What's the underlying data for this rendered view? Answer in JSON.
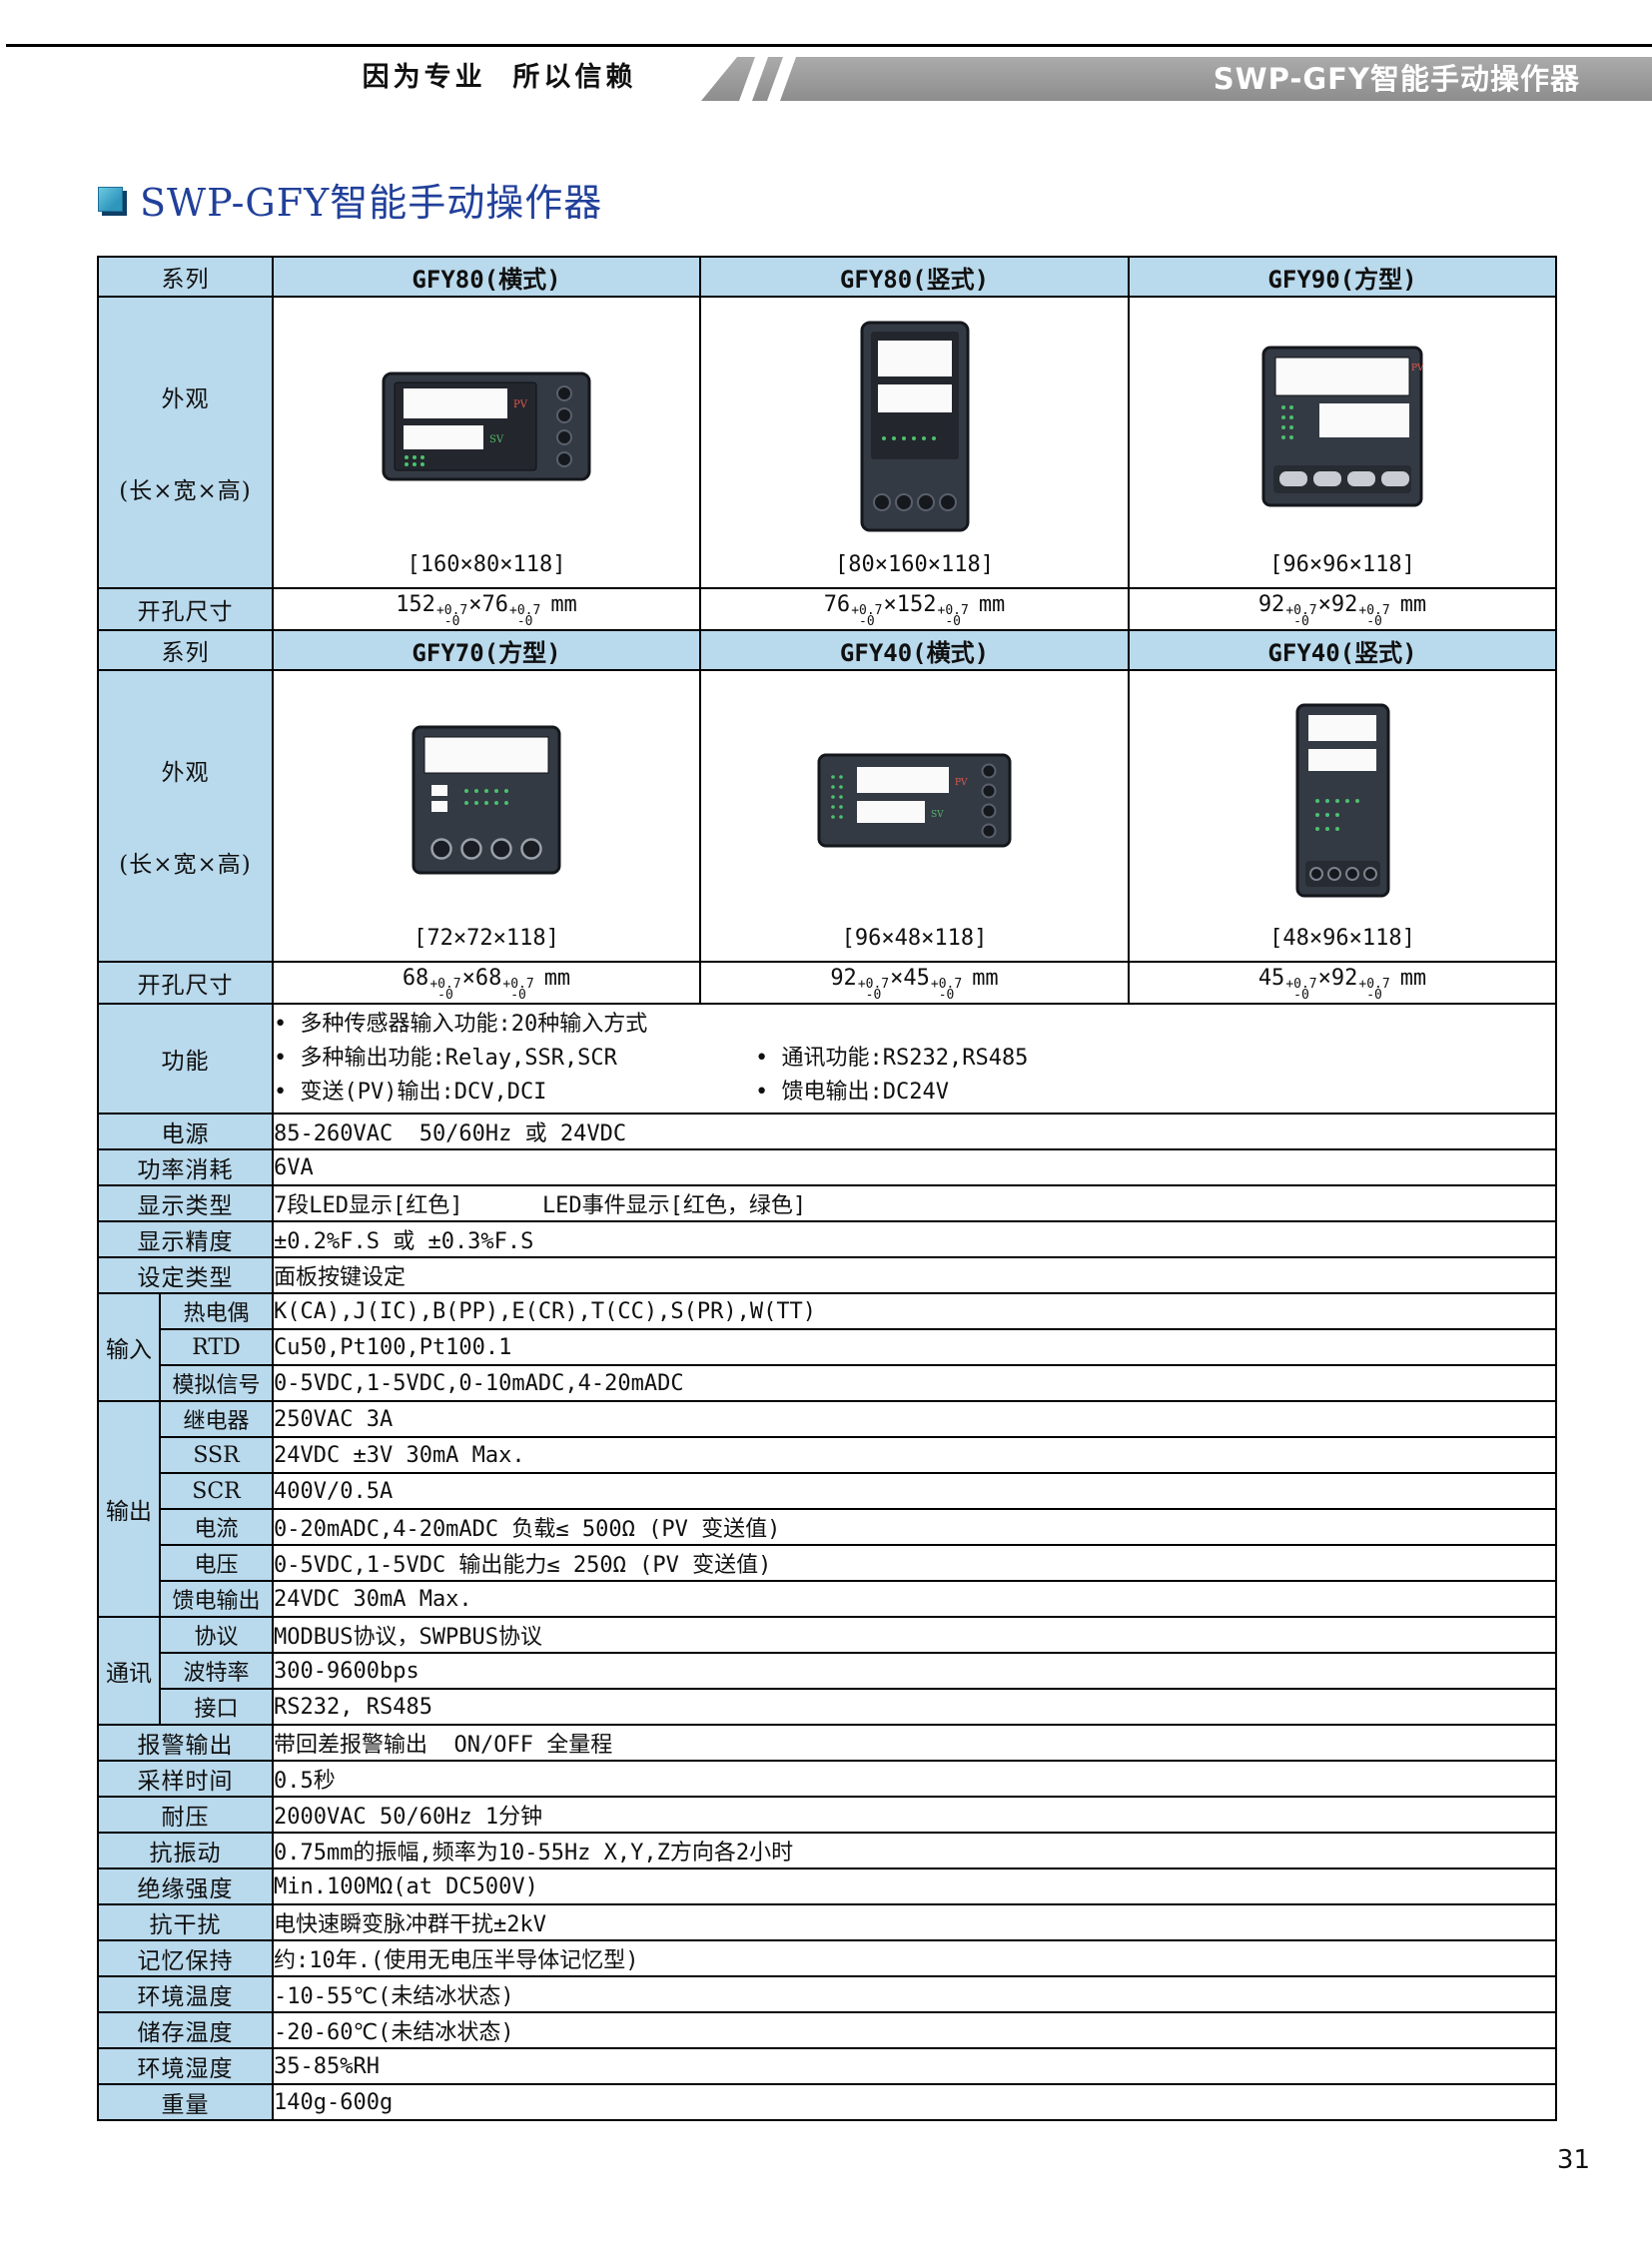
{
  "header": {
    "slogan": "因为专业  所以信赖",
    "product_title": "SWP-GFY智能手动操作器"
  },
  "page": {
    "title": "SWP-GFY智能手动操作器",
    "number": "31"
  },
  "colors": {
    "label_blue": "#b9d9ec",
    "title_blue": "#21409a",
    "band_gray": "#8d8d8d",
    "device_body": "#343a44",
    "led_green": "#4cc06e"
  },
  "table": {
    "series_label": "系列",
    "appearance_label_line1": "外观",
    "appearance_label_line2": "(长×宽×高)",
    "cutout_label": "开孔尺寸",
    "x_sign": "×",
    "unit": "mm",
    "tol_top": "+0.7",
    "tol_bot": "-0",
    "device_labels": {
      "pv": "PV",
      "sv": "SV"
    },
    "series1": [
      "GFY80(横式)",
      "GFY80(竖式)",
      "GFY90(方型)"
    ],
    "dims1": [
      "[160×80×118]",
      "[80×160×118]",
      "[96×96×118]"
    ],
    "cutout1": [
      {
        "a": "152",
        "b": "76"
      },
      {
        "a": "76",
        "b": "152"
      },
      {
        "a": "92",
        "b": "92"
      }
    ],
    "series2": [
      "GFY70(方型)",
      "GFY40(横式)",
      "GFY40(竖式)"
    ],
    "dims2": [
      "[72×72×118]",
      "[96×48×118]",
      "[48×96×118]"
    ],
    "cutout2": [
      {
        "a": "68",
        "b": "68"
      },
      {
        "a": "92",
        "b": "45"
      },
      {
        "a": "45",
        "b": "92"
      }
    ],
    "features": {
      "label": "功能",
      "line1": "• 多种传感器输入功能:20种输入方式",
      "line2a": "• 多种输出功能:Relay,SSR,SCR",
      "line2b": "• 通讯功能:RS232,RS485",
      "line3a": "• 变送(PV)输出:DCV,DCI",
      "line3b": "• 馈电输出:DC24V"
    },
    "specs_a": [
      {
        "label": "电源",
        "value": "85-260VAC  50/60Hz 或 24VDC"
      },
      {
        "label": "功率消耗",
        "value": "6VA"
      },
      {
        "label": "显示类型",
        "value": "7段LED显示[红色]      LED事件显示[红色，绿色]"
      },
      {
        "label": "显示精度",
        "value": "±0.2%F.S 或 ±0.3%F.S"
      },
      {
        "label": "设定类型",
        "value": "面板按键设定"
      }
    ],
    "groups": [
      {
        "name": "输入",
        "rows": [
          {
            "label": "热电偶",
            "value": "K(CA),J(IC),B(PP),E(CR),T(CC),S(PR),W(TT)"
          },
          {
            "label": "RTD",
            "value": "Cu50,Pt100,Pt100.1"
          },
          {
            "label": "模拟信号",
            "value": "0-5VDC,1-5VDC,0-10mADC,4-20mADC"
          }
        ]
      },
      {
        "name": "输出",
        "rows": [
          {
            "label": "继电器",
            "value": "250VAC 3A"
          },
          {
            "label": "SSR",
            "value": "24VDC ±3V 30mA Max."
          },
          {
            "label": "SCR",
            "value": "400V/0.5A"
          },
          {
            "label": "电流",
            "value": "0-20mADC,4-20mADC 负载≤ 500Ω (PV 变送值)"
          },
          {
            "label": "电压",
            "value": "0-5VDC,1-5VDC 输出能力≤ 250Ω (PV 变送值)"
          },
          {
            "label": "馈电输出",
            "value": "24VDC 30mA Max."
          }
        ]
      },
      {
        "name": "通讯",
        "rows": [
          {
            "label": "协议",
            "value": "MODBUS协议，SWPBUS协议"
          },
          {
            "label": "波特率",
            "value": "300-9600bps"
          },
          {
            "label": "接口",
            "value": "RS232, RS485"
          }
        ]
      }
    ],
    "specs_b": [
      {
        "label": "报警输出",
        "value": "带回差报警输出  ON/OFF 全量程"
      },
      {
        "label": "采样时间",
        "value": "0.5秒"
      },
      {
        "label": "耐压",
        "value": "2000VAC 50/60Hz 1分钟"
      },
      {
        "label": "抗振动",
        "value": "0.75mm的振幅,频率为10-55Hz X,Y,Z方向各2小时"
      },
      {
        "label": "绝缘强度",
        "value": "Min.100MΩ(at DC500V)"
      },
      {
        "label": "抗干扰",
        "value": "电快速瞬变脉冲群干扰±2kV"
      },
      {
        "label": "记忆保持",
        "value": "约:10年.(使用无电压半导体记忆型)"
      },
      {
        "label": "环境温度",
        "value": "-10-55℃(未结冰状态)"
      },
      {
        "label": "储存温度",
        "value": "-20-60℃(未结冰状态)"
      },
      {
        "label": "环境湿度",
        "value": "35-85%RH"
      },
      {
        "label": "重量",
        "value": "140g-600g"
      }
    ]
  }
}
